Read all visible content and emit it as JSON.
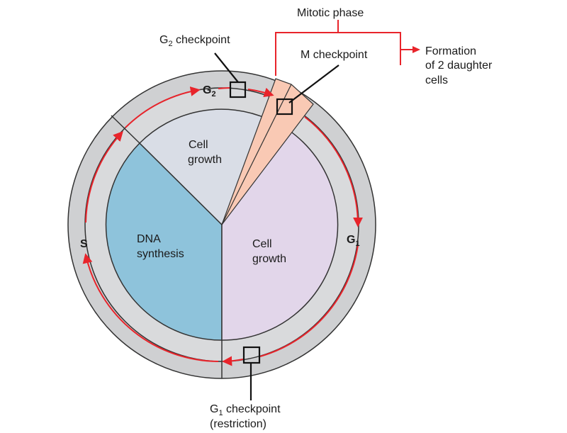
{
  "colors": {
    "outer_ring": "#cfd0d2",
    "inner_ring": "#d9dadc",
    "dna_synthesis": "#8ec3db",
    "g2_growth": "#d9dde6",
    "g1_growth": "#e2d6ea",
    "mitotic_wedge": "#f9c9b4",
    "arrow": "#e8242b",
    "outline": "#333333"
  },
  "labels": {
    "mitotic_phase": "Mitotic phase",
    "formation_line1": "Formation",
    "formation_line2": "of 2 daughter",
    "formation_line3": "cells",
    "g2_checkpoint_pre": "G",
    "g2_checkpoint_sub": "2",
    "g2_checkpoint_post": " checkpoint",
    "m_checkpoint": "M checkpoint",
    "g2_phase": "G",
    "g2_phase_sub": "2",
    "g1_phase": "G",
    "g1_phase_sub": "1",
    "s_phase": "S",
    "cell_growth_top_1": "Cell",
    "cell_growth_top_2": "growth",
    "dna_1": "DNA",
    "dna_2": "synthesis",
    "cell_growth_right_1": "Cell",
    "cell_growth_right_2": "growth",
    "g1_checkpoint_pre": "G",
    "g1_checkpoint_sub": "1",
    "g1_checkpoint_post": " checkpoint",
    "restriction": "(restriction)"
  }
}
